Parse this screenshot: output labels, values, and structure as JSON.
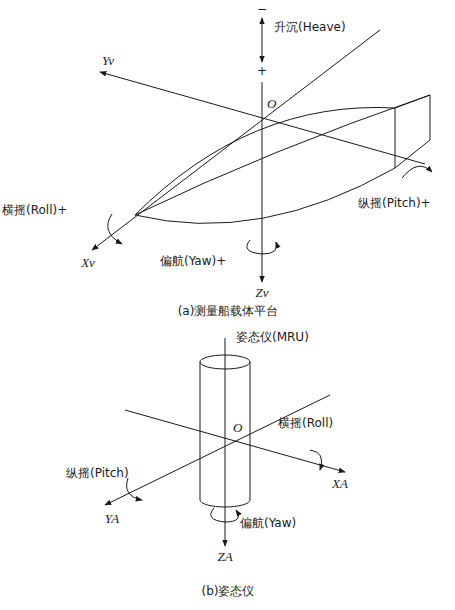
{
  "diagram": {
    "labels": [
      "−",
      "升沉(Heave)",
      "+",
      "Yv",
      "O",
      "横摇(Roll)+",
      "Xv",
      "纵摇(Pitch)+",
      "偏航(Yaw)+",
      "Zv",
      "(a)测量船载体平台",
      "姿态仪(MRU)",
      "O",
      "纵摇(Pitch)",
      "横摇(Roll)",
      "YA",
      "XA",
      "偏航(Yaw)",
      "ZA",
      "(b)姿态仪"
    ]
  }
}
